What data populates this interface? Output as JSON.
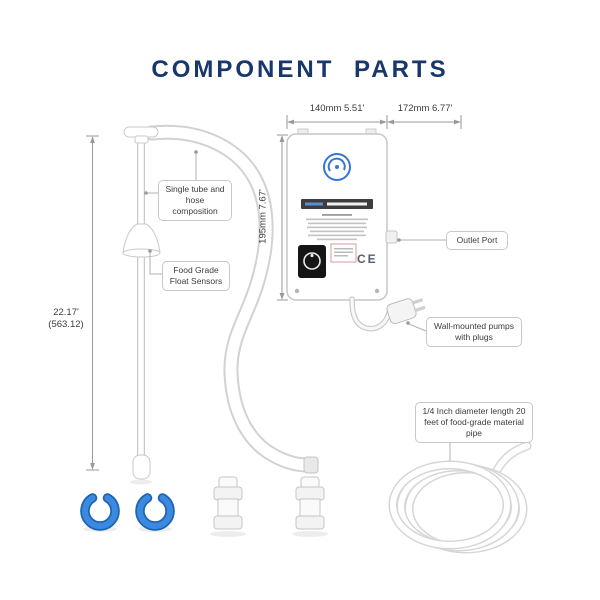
{
  "title": "COMPONENT PARTS",
  "dimensions": {
    "pump_width": "140mm 5.51'",
    "pump_depth": "172mm 6.77'",
    "pump_height": "195mm 7.67'",
    "tube_length_ft": "22.17'",
    "tube_length_mm": "(563.12)"
  },
  "callouts": {
    "single_tube": "Single tube and hose composition",
    "float_sensor": "Food Grade Float Sensors",
    "outlet_port": "Outlet Port",
    "wall_pump": "Wall-mounted pumps with plugs",
    "pipe": "1/4 Inch diameter length 20 feet of food-grade material pipe"
  },
  "device": {
    "ce_mark": "CE"
  },
  "colors": {
    "title_navy": "#19376b",
    "clip_blue": "#3c8ae0",
    "logo_blue": "#3577d4",
    "outline_gray": "#c9c9c9"
  }
}
